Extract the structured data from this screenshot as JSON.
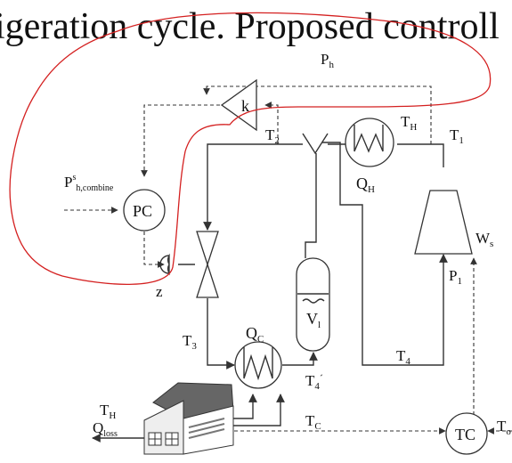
{
  "header": {
    "title_fragment": "igeration cycle. Proposed controll"
  },
  "labels": {
    "p_h": "P",
    "p_h_sub": "h",
    "k": "k",
    "t2": "T",
    "t2_sub": "2",
    "th_top": "T",
    "th_top_sub": "H",
    "t1": "T",
    "t1_sub": "1",
    "qh": "Q",
    "qh_sub": "H",
    "ps_main": "P",
    "ps_sup": "s",
    "ps_sub": "h,combine",
    "pc": "PC",
    "ws": "W",
    "ws_sub": "s",
    "p1": "P",
    "p1_sub": "1",
    "z": "z",
    "vl": "V",
    "vl_sub": "l",
    "t3": "T",
    "t3_sub": "3",
    "qc": "Q",
    "qc_sub": "C",
    "t4p": "T",
    "t4p_sub": "4",
    "t4p_prime": "´",
    "t4": "T",
    "t4_sub": "4",
    "th_left": "T",
    "th_left_sub": "H",
    "qloss": "Q",
    "qloss_sub": "loss",
    "tc_label": "T",
    "tc_label_sub": "C",
    "tc": "TC",
    "to_cut": "T",
    "to_cut_sub": "o"
  },
  "colors": {
    "line": "#333333",
    "annotation": "#d42020",
    "roof": "#555555"
  },
  "icons": [
    "house-icon",
    "heat-exchanger-icon",
    "compressor-icon",
    "expansion-valve-icon",
    "liquid-receiver-icon",
    "gain-block-icon",
    "pressure-controller-icon",
    "temperature-controller-icon"
  ]
}
